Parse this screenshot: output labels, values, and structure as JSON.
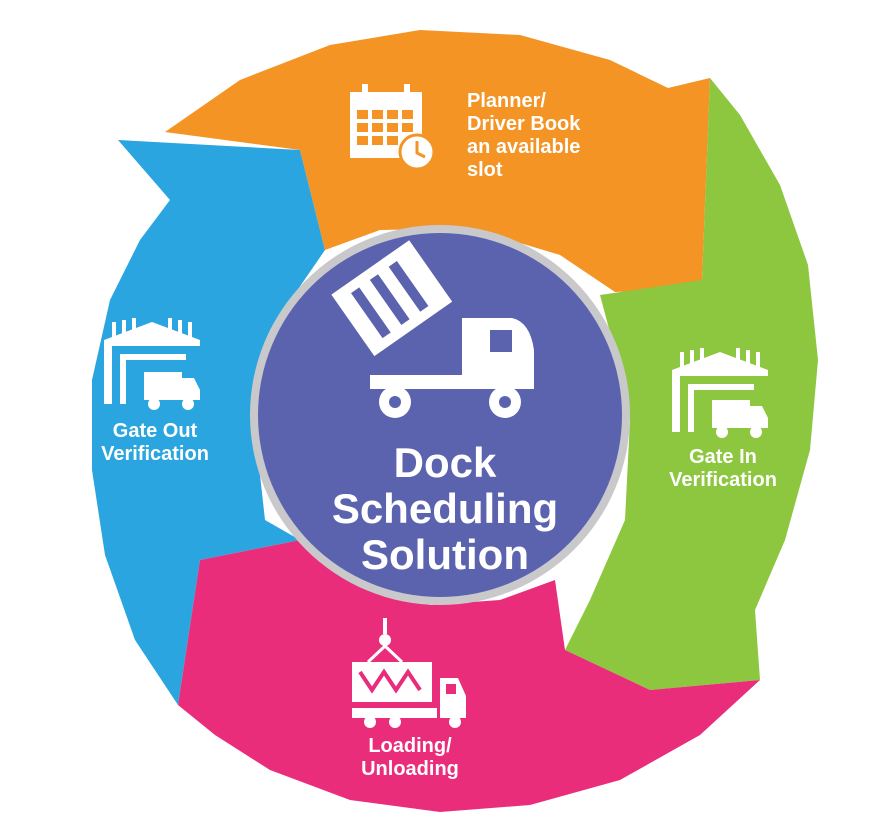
{
  "center": {
    "line1": "Dock",
    "line2": "Scheduling",
    "line3": "Solution"
  },
  "steps": [
    {
      "lines": [
        "Planner/",
        "Driver Book",
        "an available",
        "slot"
      ],
      "color": "#F39425",
      "icon": "calendar-clock-icon"
    },
    {
      "lines": [
        "Gate In",
        "Verification"
      ],
      "color": "#8DC63F",
      "icon": "warehouse-truck-icon"
    },
    {
      "lines": [
        "Loading/",
        "Unloading"
      ],
      "color": "#EA2D7B",
      "icon": "crane-container-truck-icon"
    },
    {
      "lines": [
        "Gate Out",
        "Verification"
      ],
      "color": "#2AA5DF",
      "icon": "warehouse-truck-icon"
    }
  ],
  "colors": {
    "center_fill": "#5B63AE",
    "center_ring": "#C9C9CC",
    "icon": "#ffffff"
  },
  "center_icon": "dump-truck-icon"
}
